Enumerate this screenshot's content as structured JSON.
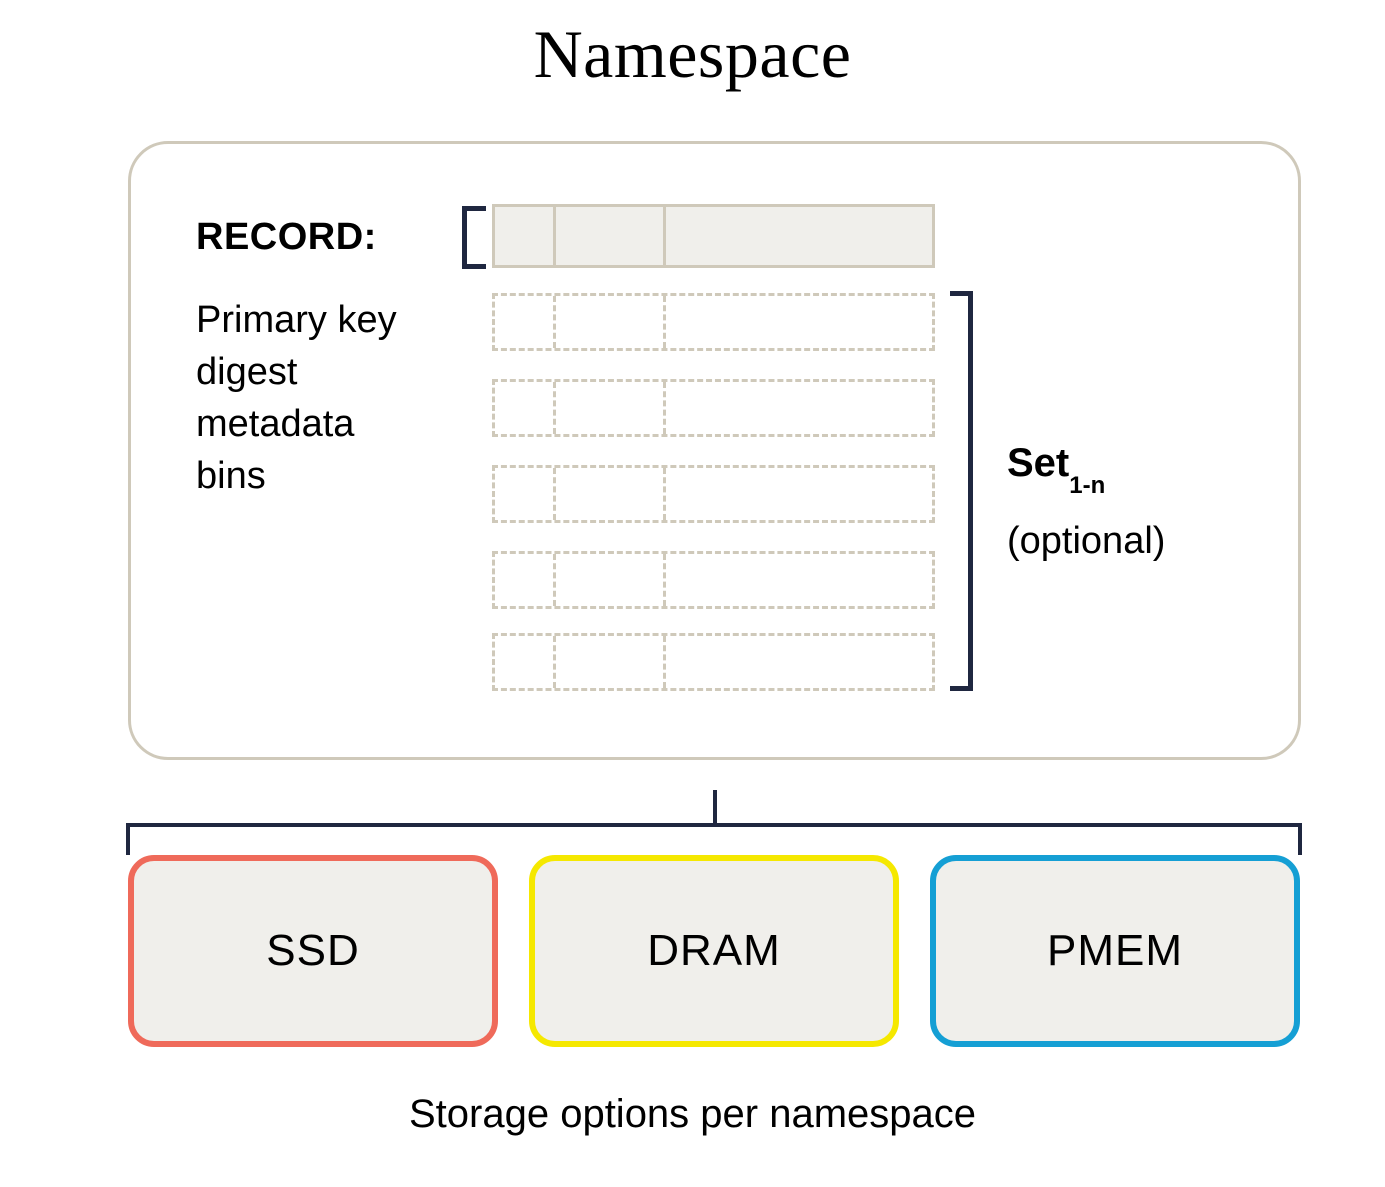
{
  "title": "Namespace",
  "record": {
    "label": "RECORD:",
    "fields": [
      "Primary key",
      "digest",
      "metadata",
      "bins"
    ],
    "bracket_left_icon": "square-bracket-open-icon",
    "primary_row_cells": [
      "",
      "",
      ""
    ],
    "set_rows": [
      [
        "",
        "",
        ""
      ],
      [
        "",
        "",
        ""
      ],
      [
        "",
        "",
        ""
      ],
      [
        "",
        "",
        ""
      ],
      [
        "",
        "",
        ""
      ]
    ]
  },
  "set": {
    "label": "Set",
    "subscript": "1-n",
    "optional_note": "(optional)",
    "bracket_right_icon": "square-bracket-close-icon"
  },
  "storage": {
    "options": [
      {
        "label": "SSD",
        "color": "#ef6a5a"
      },
      {
        "label": "DRAM",
        "color": "#f5e800"
      },
      {
        "label": "PMEM",
        "color": "#159fd4"
      }
    ],
    "caption": "Storage options per namespace"
  },
  "colors": {
    "container_border": "#cfc9ba",
    "cell_fill": "#f0efeb",
    "bracket": "#1f2740",
    "text": "#000000",
    "background": "#ffffff"
  }
}
